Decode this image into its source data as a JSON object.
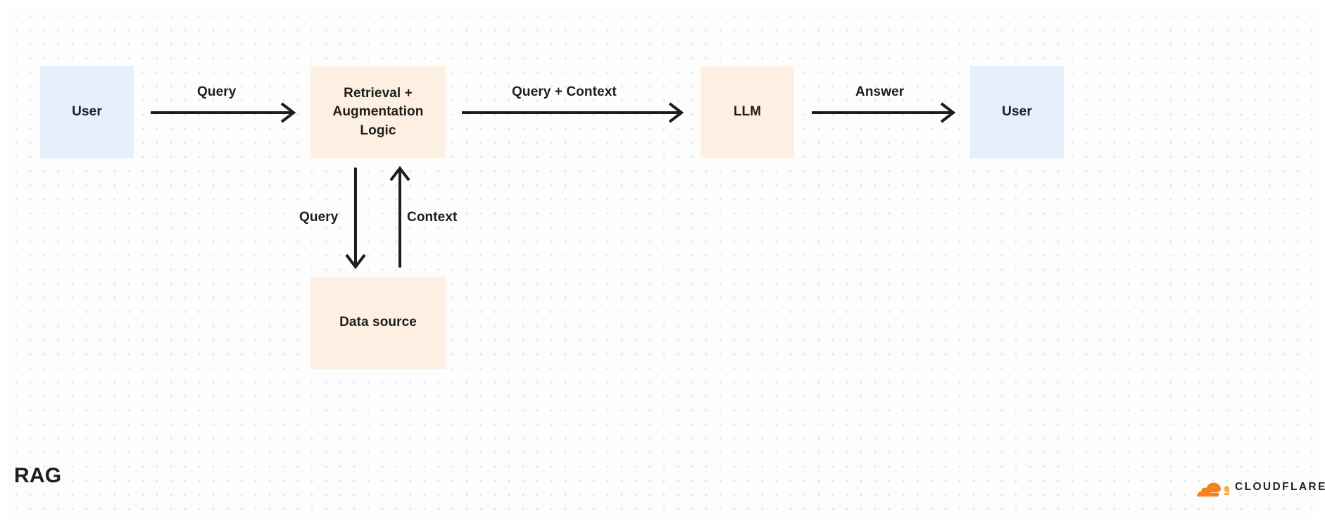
{
  "diagram": {
    "title": "RAG",
    "background": {
      "dot_color": "#e6e6e6",
      "page_color": "#ffffff"
    },
    "colors": {
      "user_node": "#e7eefc",
      "process_node": "#fdf0e3",
      "stroke": "#1d1d1b",
      "brand_orange": "#f6821f",
      "brand_orange_light": "#fbad41"
    },
    "nodes": [
      {
        "id": "user-left",
        "label": "User",
        "kind": "user"
      },
      {
        "id": "retrieval",
        "label": "Retrieval +\nAugmentation\nLogic",
        "kind": "peach"
      },
      {
        "id": "llm",
        "label": "LLM",
        "kind": "peach"
      },
      {
        "id": "user-right",
        "label": "User",
        "kind": "user"
      },
      {
        "id": "datasource",
        "label": "Data source",
        "kind": "peach"
      }
    ],
    "node_labels": {
      "user_left": "User",
      "retrieval_line1": "Retrieval +",
      "retrieval_line2": "Augmentation",
      "retrieval_line3": "Logic",
      "llm": "LLM",
      "user_right": "User",
      "datasource": "Data source"
    },
    "edges": [
      {
        "id": "e1",
        "from": "user-left",
        "to": "retrieval",
        "label": "Query",
        "direction": "right"
      },
      {
        "id": "e2",
        "from": "retrieval",
        "to": "llm",
        "label": "Query + Context",
        "direction": "right"
      },
      {
        "id": "e3",
        "from": "llm",
        "to": "user-right",
        "label": "Answer",
        "direction": "right"
      },
      {
        "id": "e4",
        "from": "retrieval",
        "to": "datasource",
        "label": "Query",
        "direction": "down"
      },
      {
        "id": "e5",
        "from": "datasource",
        "to": "retrieval",
        "label": "Context",
        "direction": "up"
      }
    ],
    "edge_labels": {
      "query_1": "Query",
      "query_context": "Query + Context",
      "answer": "Answer",
      "query_down": "Query",
      "context_up": "Context"
    },
    "brand": {
      "wordmark": "CLOUDFLARE"
    }
  }
}
